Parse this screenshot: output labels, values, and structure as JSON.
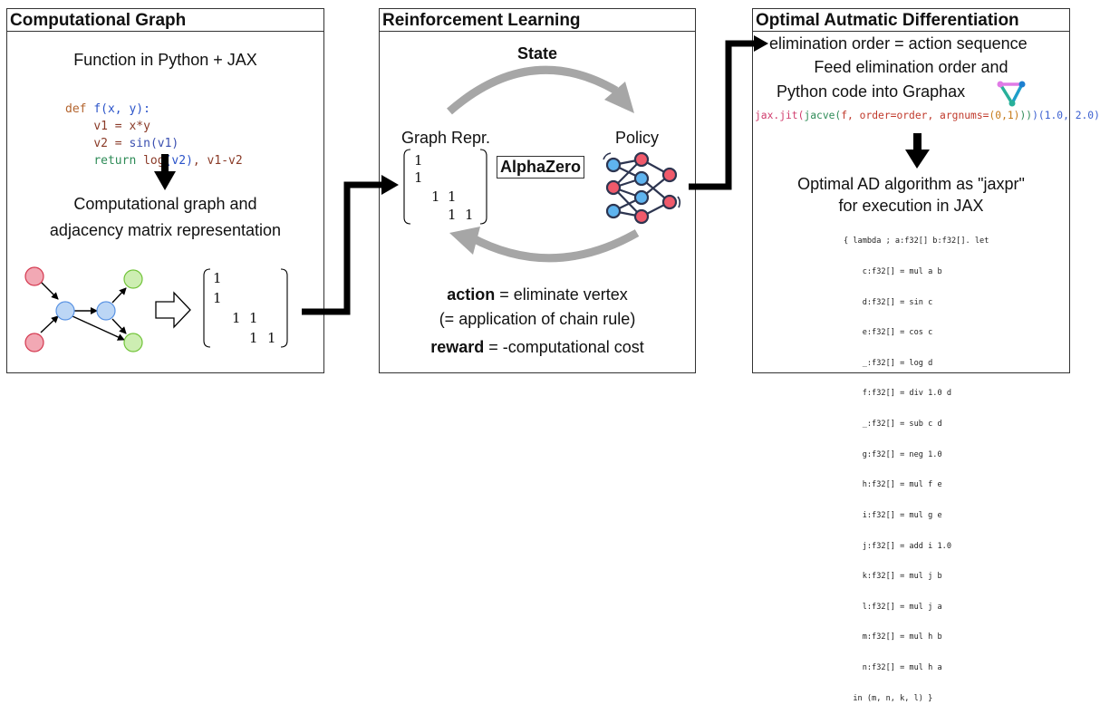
{
  "colors": {
    "keyword": "#b3642e",
    "function": "#2a53c9",
    "ident": "#8a3a27",
    "return_kw": "#2e8b57",
    "jax_pink": "#d03a6b",
    "jax_orange": "#c67a18",
    "jax_green": "#2e8b57",
    "jax_blue": "#3a5fd0",
    "input_node": "#f2a8b4",
    "input_stroke": "#d4384f",
    "inter_node": "#bcd6f5",
    "inter_stroke": "#5a93e3",
    "output_node": "#cdeeb2",
    "output_stroke": "#72c43a",
    "gray_arrow": "#a6a6a6"
  },
  "panels": {
    "computational_graph": {
      "title": "Computational Graph",
      "subtitle": "Function in Python + JAX",
      "code": {
        "line1": {
          "kw": "def",
          "fn": "f",
          "args": "(x, y):"
        },
        "line2": "v1 = x*y",
        "line3": {
          "lhs": "v2 = ",
          "fn": "sin",
          "arg": "(v1)"
        },
        "line4": {
          "kw": "return",
          "fn": "log",
          "arg": "(v2)",
          "rest": ", v1-v2"
        }
      },
      "caption_line1": "Computational graph and",
      "caption_line2": "adjacency matrix representation",
      "matrix": [
        "1",
        "1",
        "1",
        "1",
        "1",
        "1"
      ]
    },
    "reinforcement_learning": {
      "title": "Reinforcement Learning",
      "state_label": "State",
      "graph_repr_label": "Graph Repr.",
      "policy_label": "Policy",
      "alphazero_label": "AlphaZero",
      "matrix": [
        "1",
        "1",
        "1",
        "1",
        "1",
        "1"
      ],
      "action_bold": "action",
      "action_rest": " = eliminate vertex",
      "action_note": "(= application of chain rule)",
      "reward_bold": "reward",
      "reward_rest": " = -computational cost"
    },
    "optimal_ad": {
      "title": "Optimal Autmatic Differentiation",
      "line1": "elimination order = action sequence",
      "line2": "Feed elimination order and",
      "line3": "Python code into Graphax",
      "jit_code": {
        "p1": "jax.jit(",
        "p2": "jacve(",
        "p3": "f, order=order, argnums=",
        "p4": "(0,1)",
        "p5": "))",
        "p6": ")(1.0, 2.0)"
      },
      "result_line1": "Optimal AD algorithm as \"jaxpr\"",
      "result_line2": "for execution in JAX",
      "jaxpr": [
        "{ lambda ; a:f32[] b:f32[]. let",
        "    c:f32[] = mul a b",
        "    d:f32[] = sin c",
        "    e:f32[] = cos c",
        "    _:f32[] = log d",
        "    f:f32[] = div 1.0 d",
        "    _:f32[] = sub c d",
        "    g:f32[] = neg 1.0",
        "    h:f32[] = mul f e",
        "    i:f32[] = mul g e",
        "    j:f32[] = add i 1.0",
        "    k:f32[] = mul j b",
        "    l:f32[] = mul j a",
        "    m:f32[] = mul h b",
        "    n:f32[] = mul h a",
        "  in (m, n, k, l) }"
      ]
    }
  }
}
